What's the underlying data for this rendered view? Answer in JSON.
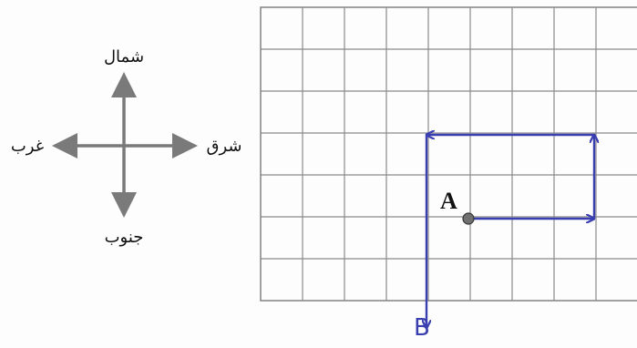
{
  "compass": {
    "north": "شمال",
    "south": "جنوب",
    "east": "شرق",
    "west": "غرب"
  },
  "points": {
    "start": "A",
    "end": "B"
  },
  "grid": {
    "columns": 9,
    "rows": 7
  },
  "path": {
    "moves": [
      {
        "direction": "east",
        "units": 3
      },
      {
        "direction": "north",
        "units": 2
      },
      {
        "direction": "west",
        "units": 4
      },
      {
        "direction": "south",
        "units": 4
      }
    ]
  },
  "colors": {
    "path": "#3a3fb0",
    "grid": "#8a8a8a",
    "compass": "#7a7a7a"
  }
}
